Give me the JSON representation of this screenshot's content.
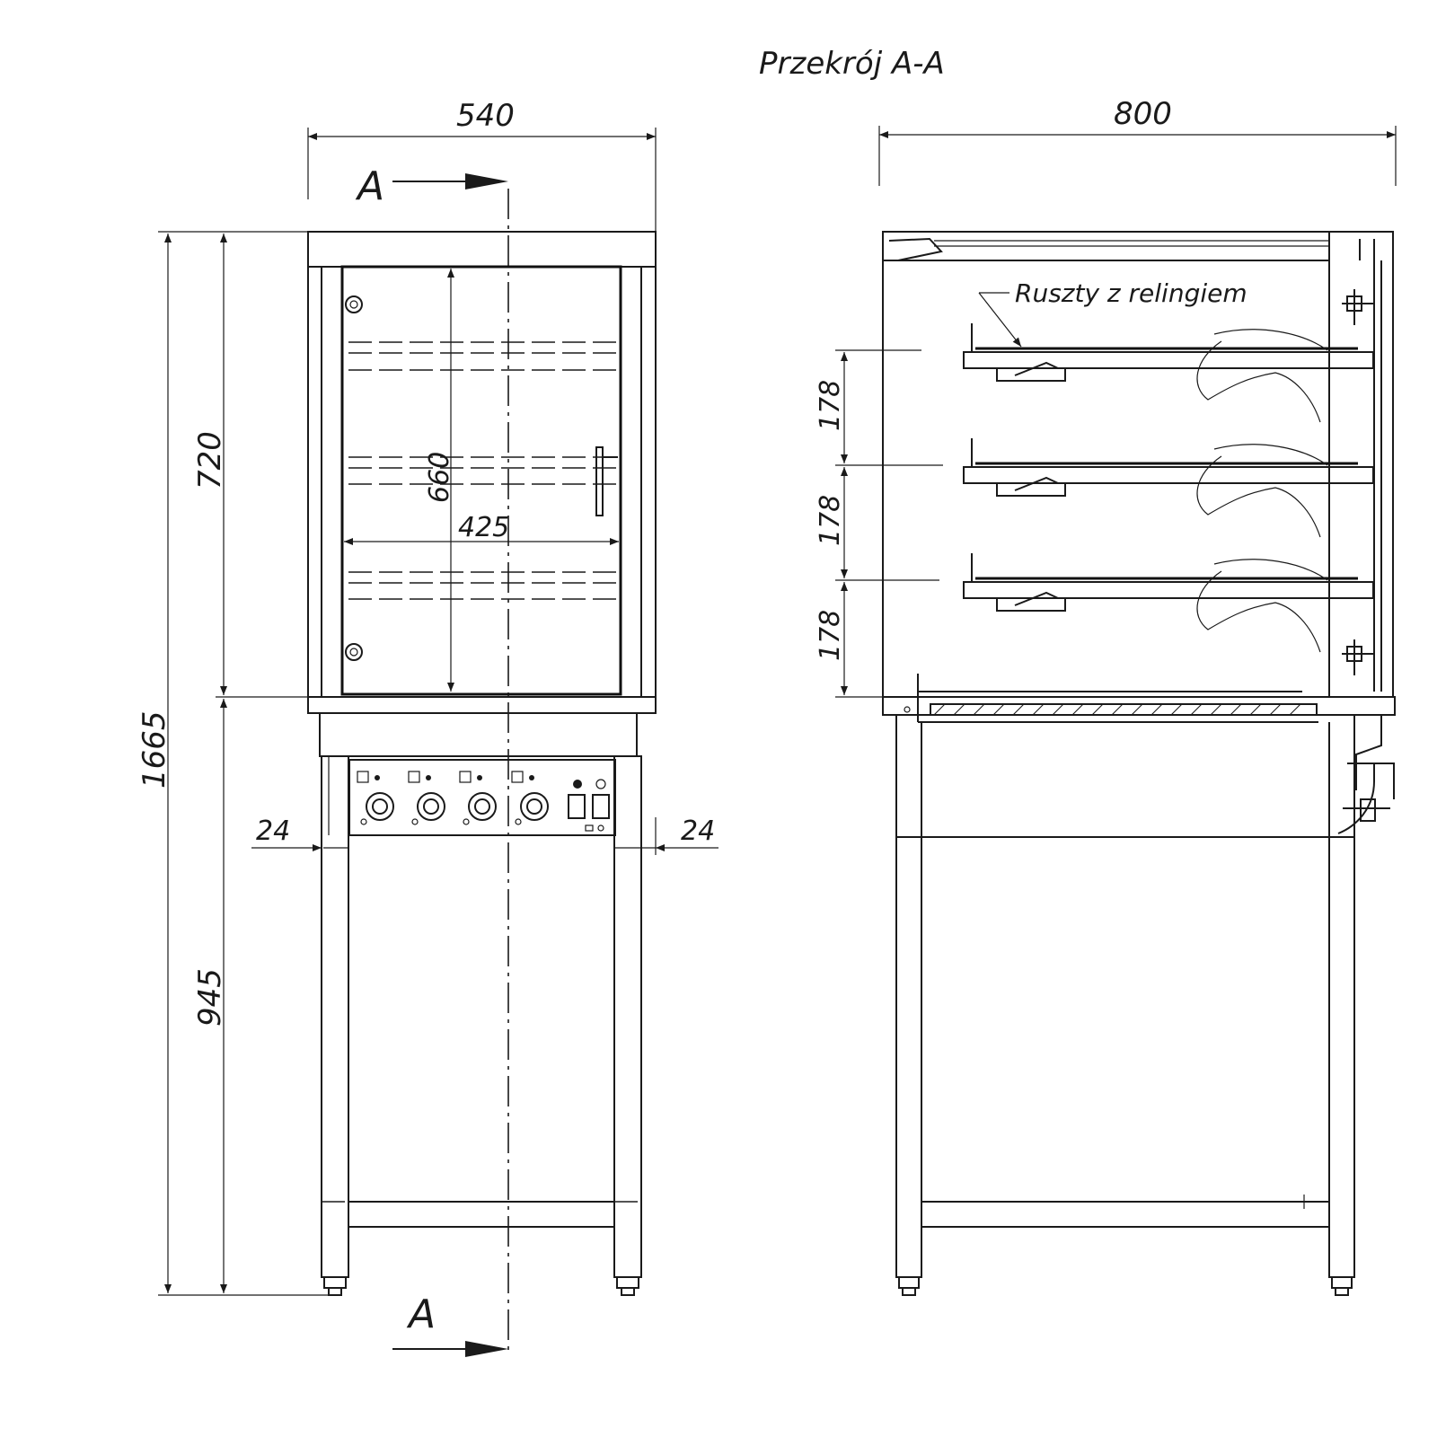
{
  "title": "Przekrój A-A",
  "section_marker": {
    "top": "A",
    "bottom": "A"
  },
  "front_view": {
    "width": "540",
    "top_height": "720",
    "total_height": "1665",
    "door_height": "660",
    "door_width": "425",
    "leg_height": "945",
    "left_inset": "24",
    "right_inset": "24"
  },
  "section_view": {
    "depth": "800",
    "rack_spacing": [
      "178",
      "178",
      "178"
    ],
    "rack_label": "Ruszty z relingiem"
  }
}
